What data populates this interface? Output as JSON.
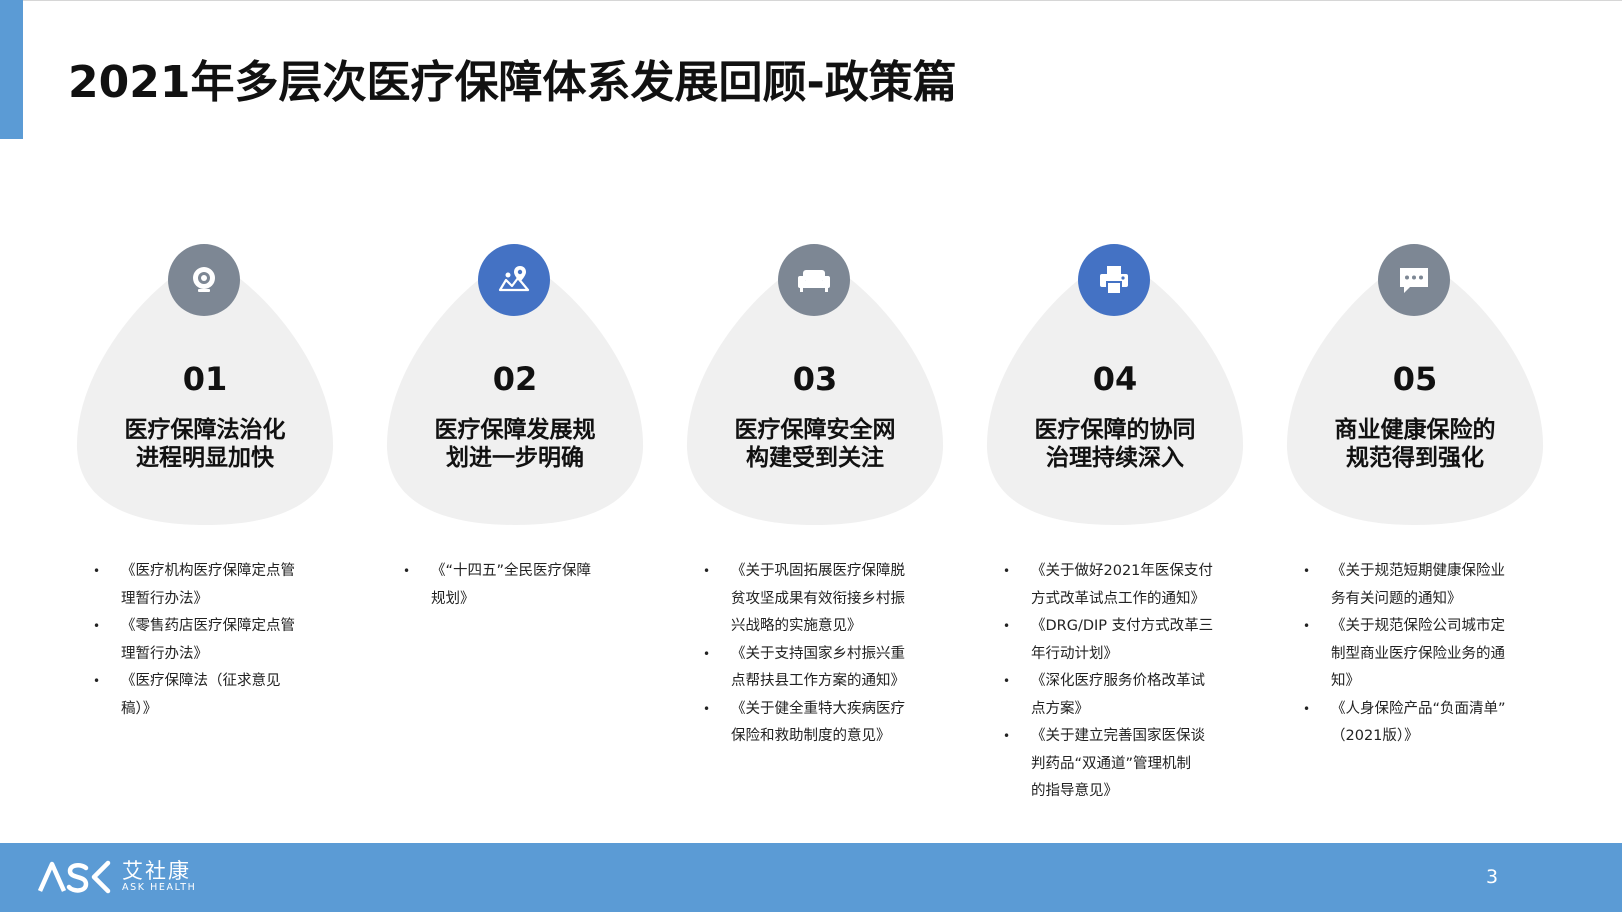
{
  "title": "2021年多层次医疗保障体系发展回顾-政策篇",
  "colors": {
    "accent": "#5b9bd5",
    "icon_gray": "#7d8794",
    "icon_blue": "#4472c4",
    "drop_fill": "#f0f0f0"
  },
  "columns": [
    {
      "num": "01",
      "heading": [
        "医疗保障法治化",
        "进程明显加快"
      ],
      "icon": "webcam-icon",
      "icon_color": "gray",
      "bullets": [
        [
          "《医疗机构医疗保障定点管",
          "理暂行办法》"
        ],
        [
          "《零售药店医疗保障定点管",
          "理暂行办法》"
        ],
        [
          "《医疗保障法（征求意见",
          "稿）》"
        ]
      ]
    },
    {
      "num": "02",
      "heading": [
        "医疗保障发展规",
        "划进一步明确"
      ],
      "icon": "map-pin-icon",
      "icon_color": "blue",
      "bullets": [
        [
          "《“十四五”全民医疗保障",
          "规划》"
        ]
      ]
    },
    {
      "num": "03",
      "heading": [
        "医疗保障安全网",
        "构建受到关注"
      ],
      "icon": "sofa-icon",
      "icon_color": "gray",
      "bullets": [
        [
          "《关于巩固拓展医疗保障脱",
          "贫攻坚成果有效衔接乡村振",
          "兴战略的实施意见》"
        ],
        [
          "《关于支持国家乡村振兴重",
          "点帮扶县工作方案的通知》"
        ],
        [
          "《关于健全重特大疾病医疗",
          "保险和救助制度的意见》"
        ]
      ]
    },
    {
      "num": "04",
      "heading": [
        "医疗保障的协同",
        "治理持续深入"
      ],
      "icon": "printer-icon",
      "icon_color": "blue",
      "bullets": [
        [
          "《关于做好2021年医保支付",
          "方式改革试点工作的通知》"
        ],
        [
          "《DRG/DIP 支付方式改革三",
          "年行动计划》"
        ],
        [
          "《深化医疗服务价格改革试",
          "点方案》"
        ],
        [
          "《关于建立完善国家医保谈",
          "判药品“双通道”管理机制",
          "的指导意见》"
        ]
      ]
    },
    {
      "num": "05",
      "heading": [
        "商业健康保险的",
        "规范得到强化"
      ],
      "icon": "chat-bubble-icon",
      "icon_color": "gray",
      "bullets": [
        [
          "《关于规范短期健康保险业",
          "务有关问题的通知》"
        ],
        [
          "《关于规范保险公司城市定",
          "制型商业医疗保险业务的通",
          "知》"
        ],
        [
          "《人身保险产品“负面清单”",
          "（2021版）》"
        ]
      ]
    }
  ],
  "footer": {
    "logo_mark": "ASK",
    "brand_cn": "艾社康",
    "brand_en": "ASK HEALTH",
    "page_number": "3"
  }
}
